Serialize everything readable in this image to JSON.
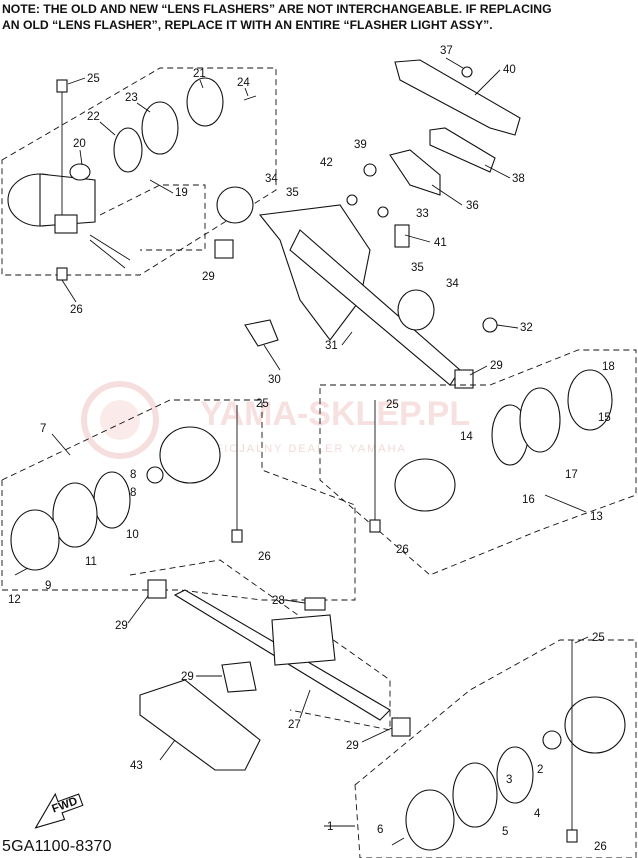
{
  "note": {
    "line1": "NOTE: THE OLD AND NEW “LENS FLASHERS” ARE NOT INTERCHANGEABLE. IF REPLACING",
    "line2": "AN OLD “LENS FLASHER”, REPLACE IT WITH AN ENTIRE “FLASHER LIGHT ASSY”."
  },
  "watermark": {
    "brand": "YAMA-SKLEP.PL",
    "tagline": "OFICJALNY DEALER YAMAHA"
  },
  "fwd_label": "FWD",
  "diagram_code": "5GA1100-8370",
  "callouts": {
    "c1": "1",
    "c2": "2",
    "c3": "3",
    "c4": "4",
    "c5": "5",
    "c6": "6",
    "c7": "7",
    "c8": "8",
    "c9": "9",
    "c10": "10",
    "c11": "11",
    "c12": "12",
    "c13": "13",
    "c14": "14",
    "c15": "15",
    "c16": "16",
    "c17": "17",
    "c18": "18",
    "c19": "19",
    "c20": "20",
    "c21": "21",
    "c22": "22",
    "c23": "23",
    "c24": "24",
    "c25": "25",
    "c26": "26",
    "c27": "27",
    "c28": "28",
    "c29": "29",
    "c30": "30",
    "c31": "31",
    "c32": "32",
    "c33": "33",
    "c34": "34",
    "c35": "35",
    "c36": "36",
    "c37": "37",
    "c38": "38",
    "c39": "39",
    "c40": "40",
    "c41": "41",
    "c42": "42",
    "c43": "43"
  }
}
